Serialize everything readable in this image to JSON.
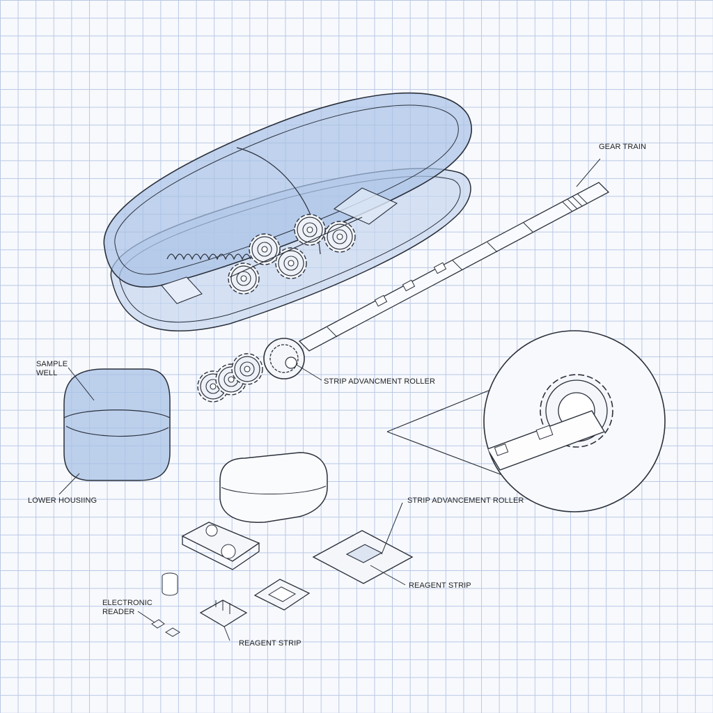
{
  "labels": {
    "gear_train": "GEAR TRAIN",
    "sample_well_line1": "SAMPLE",
    "sample_well_line2": "WELL",
    "strip_roller_1": "STRIP ADVANCMENT ROLLER",
    "lower_housing": "LOWER HOUSIING",
    "strip_roller_2": "STRIP ADVANCEMENT ROLLER",
    "reagent_strip_1": "REAGENT STRIP",
    "electronic_reader_line1": "ELECTRONIC",
    "electronic_reader_line2": "READER",
    "reagent_strip_2": "REAGENT STRIP"
  },
  "colors": {
    "grid": "#b9c8e4",
    "paper": "#f7f9fd",
    "housing_fill": "#a8c2e6",
    "outline": "#2a2f3a",
    "label_text": "#222222"
  }
}
